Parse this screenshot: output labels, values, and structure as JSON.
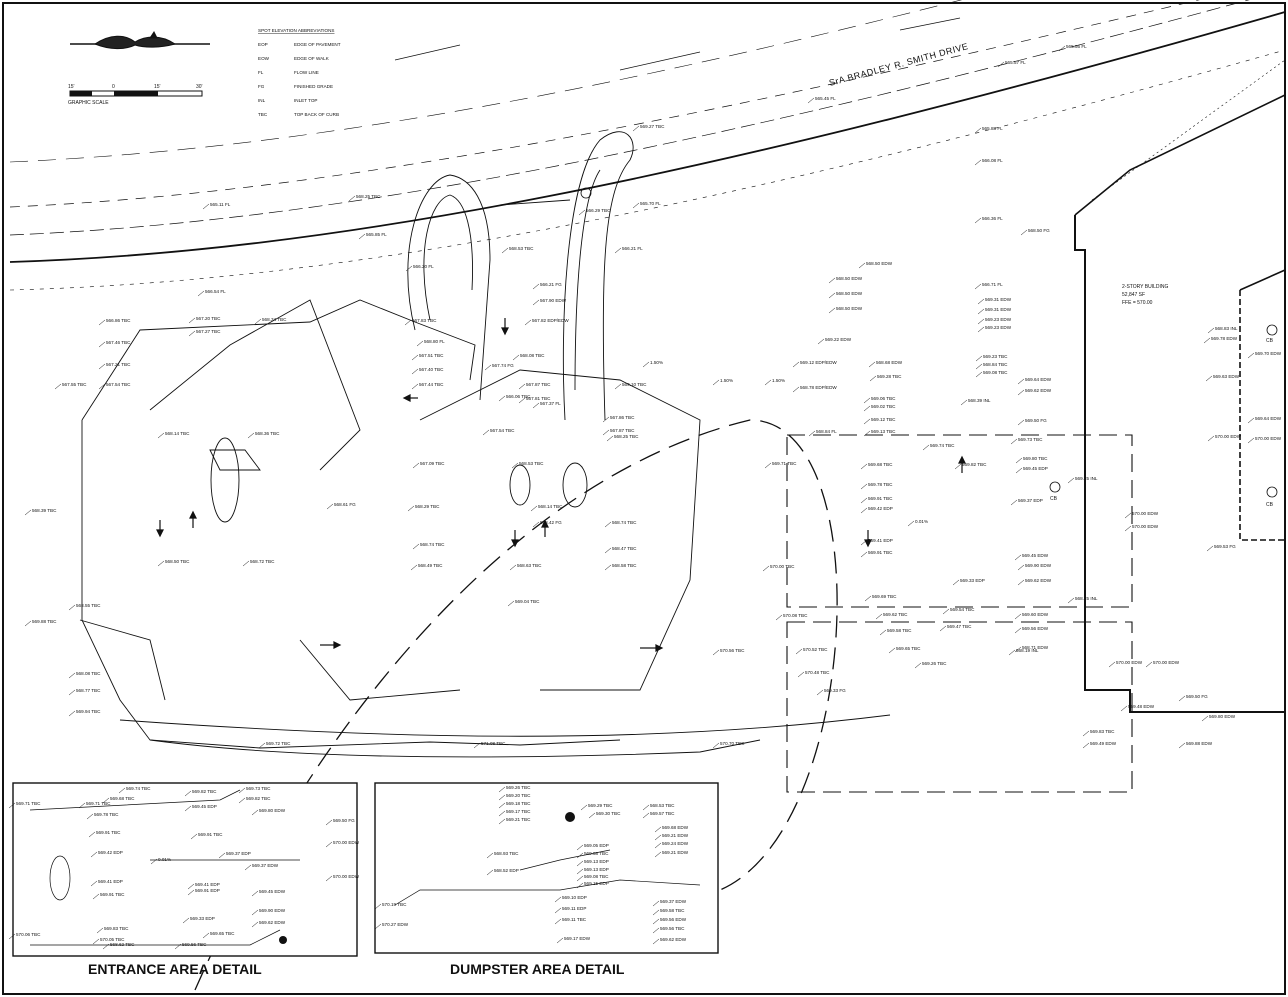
{
  "legend": {
    "heading": "SPOT ELEVATION ABBREVIATIONS",
    "items": [
      {
        "code": "EOP",
        "desc": "EDGE OF PAVEMENT"
      },
      {
        "code": "EOW",
        "desc": "EDGE OF WALK"
      },
      {
        "code": "FL",
        "desc": "FLOW LINE"
      },
      {
        "code": "FG",
        "desc": "FINISHED GRADE"
      },
      {
        "code": "INL",
        "desc": "INLET TOP"
      },
      {
        "code": "TBC",
        "desc": "TOP BACK OF CURB"
      }
    ]
  },
  "scale": {
    "ticks": [
      "15'",
      "0",
      "15'",
      "30'"
    ],
    "label": "GRAPHIC SCALE"
  },
  "road_name": "SrA BRADLEY R. SMITH DRIVE",
  "building": {
    "line1": "2-STORY BUILDING",
    "line2": "52,847 SF",
    "line3": "FFE = 570.00"
  },
  "inlet_label": "CB",
  "entrance_detail": {
    "title": "ENTRANCE AREA DETAIL"
  },
  "dumpster_detail": {
    "title": "DUMPSTER AREA DETAIL"
  },
  "spot_labels": [
    "565.56 FL",
    "565.57 FL",
    "565.45 FL",
    "565.88 FL",
    "566.08 FL",
    "566.36 FL",
    "568.50 FG",
    "566.71 FL",
    "569.27 TBC",
    "565.70 FL",
    "568.25 TBC",
    "565.85 FL",
    "565.11 FL",
    "566.20 FL",
    "566.21 FL",
    "566.54 FL",
    "566.29 TBC",
    "568.53 TBC",
    "566.21 FG",
    "567.90 EDW",
    "567.82 EDP/EDW",
    "567.20 TBC",
    "567.27 TBC",
    "568.34 TBC",
    "566.86 TBC",
    "567.46 TBC",
    "567.21 TBC",
    "567.54 TBC",
    "567.55 TBC",
    "567.83 TBC",
    "568.80 FL",
    "567.51 TBC",
    "567.40 TBC",
    "567.44 TBC",
    "567.74 FG",
    "567.87 TBC",
    "567.81 TBC",
    "567.37 FL",
    "567.86 TBC",
    "567.87 TBC",
    "569.10 TBC",
    "568.08 TBC",
    "566.06 TBC",
    "567.54 TBC",
    "568.50 EDW",
    "568.50 EDW",
    "568.50 EDW",
    "568.50 EDW",
    "569.22 EDW",
    "568.68 EDW",
    "569.12 EDP/EDW",
    "569.28 TBC",
    "568.78 EDP/EDW",
    "569.06 TBC",
    "569.02 TBC",
    "569.12 TBC",
    "569.13 TBC",
    "568.84 FL",
    "569.31 EDW",
    "569.31 EDW",
    "569.23 EDW",
    "569.23 EDW",
    "569.23 TBC",
    "568.84 TBC",
    "569.08 TBC",
    "568.39 INL",
    "569.64 EDW",
    "569.62 EDW",
    "569.50 FG",
    "568.14 TBC",
    "568.36 TBC",
    "568.61 FG",
    "568.50 TBC",
    "568.72 TBC",
    "567.09 TBC",
    "568.53 TBC",
    "568.25 TBC",
    "568.29 TBC",
    "568.14 TBC",
    "568.42 FG",
    "568.74 TBC",
    "568.74 TBC",
    "568.49 TBC",
    "568.47 TBC",
    "568.63 TBC",
    "568.58 TBC",
    "569.04 TBC",
    "568.39 TBC",
    "569.71 TBC",
    "569.68 TBC",
    "569.74 TBC",
    "569.78 TBC",
    "569.91 TBC",
    "569.42 EDP",
    "569.41 EDP",
    "569.91 TBC",
    "570.00 TBC",
    "570.08 TBC",
    "569.69 TBC",
    "569.62 TBC",
    "569.58 TBC",
    "569.65 TBC",
    "569.26 TBC",
    "569.82 TBC",
    "569.73 TBC",
    "569.80 TBC",
    "569.45 EDP",
    "569.25 INL",
    "570.00 EDW",
    "570.00 EDW",
    "569.37 EDP",
    "569.45 EDW",
    "569.90 EDW",
    "569.62 EDW",
    "569.33 EDP",
    "568.25 INL",
    "569.54 TBC",
    "569.60 EDW",
    "569.47 TBC",
    "569.56 EDW",
    "568.19 INL",
    "568.71 EDW",
    "570.00 EDW",
    "570.00 EDW",
    "569.50 FG",
    "569.80 EDW",
    "569.88 EDW",
    "569.48 EDW",
    "569.49 EDW",
    "569.83 TBC",
    "568.55 TBC",
    "568.08 TBC",
    "568.77 TBC",
    "569.94 TBC",
    "569.88 TBC",
    "569.72 TBC",
    "571.08 TBC",
    "570.70 TBC",
    "570.56 TBC",
    "570.52 TBC",
    "570.48 TBC",
    "569.33 FG",
    "568.83 INL",
    "569.78 EDW",
    "569.70 EDW",
    "569.63 EDW",
    "569.64 EDW",
    "570.00 EDW",
    "570.00 EDW",
    "569.53 FG",
    "0.01%",
    "1.50%",
    "1.50%",
    "1.50%"
  ],
  "entrance_labels": [
    "569.71 TBC",
    "569.71 TBC",
    "569.68 TBC",
    "569.74 TBC",
    "569.78 TBC",
    "569.91 TBC",
    "569.42 EDP",
    "569.41 EDP",
    "569.91 TBC",
    "569.83 TBC",
    "570.05 TBC",
    "570.06 TBC",
    "568.62 TBC",
    "569.82 TBC",
    "569.73 TBC",
    "569.82 TBC",
    "569.80 EDW",
    "569.45 EDP",
    "569.50 FG",
    "569.91 TBC",
    "570.00 EDW",
    "570.00 EDW",
    "569.37 EDP",
    "569.41 EDP",
    "569.91 EDP",
    "569.37 EDW",
    "569.45 EDW",
    "569.90 EDW",
    "569.62 EDW",
    "569.33 EDP",
    "569.65 TBC",
    "569.56 TBC",
    "0.01%"
  ],
  "dumpster_labels": [
    "569.26 TBC",
    "569.20 TBC",
    "569.18 TBC",
    "569.17 TBC",
    "569.21 TBC",
    "569.29 TBC",
    "569.30 TBC",
    "568.53 TBC",
    "569.57 TBC",
    "569.68 EDW",
    "569.21 EDW",
    "569.24 EDW",
    "569.21 EDW",
    "569.05 EDP",
    "569.58 TBC",
    "569.13 EDP",
    "569.13 EDP",
    "569.08 TBC",
    "569.15 EDP",
    "568.93 TBC",
    "568.52 EDP",
    "569.10 EDP",
    "569.11 EDP",
    "569.11 TBC",
    "569.17 EDW",
    "569.37 EDW",
    "569.58 TBC",
    "569.56 EDW",
    "569.56 TBC",
    "569.62 EDW",
    "570.19 TBC",
    "570.27 EDW"
  ]
}
